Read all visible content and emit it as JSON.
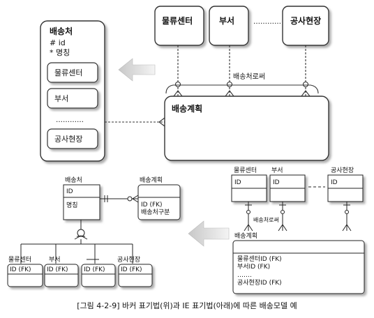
{
  "barker": {
    "ship_to": {
      "title": "배송처",
      "attr_id": "# id",
      "attr_name": "* 명칭",
      "subtypes": [
        "물류센터",
        "부서",
        "…………",
        "공사현장"
      ]
    },
    "top_entities": [
      "물류센터",
      "부서",
      "…………",
      "공사현장"
    ],
    "top_dots": "…………",
    "relation_label": "배송처로써",
    "plan": {
      "title": "배송계획"
    }
  },
  "ie": {
    "ship_to": {
      "title": "배송처",
      "key": "ID",
      "attr": "명칭"
    },
    "plan_left": {
      "title": "배송계획",
      "attrs": [
        "ID (FK)",
        "배송처구분"
      ]
    },
    "subtypes": [
      {
        "title": "물류센터",
        "key": "ID (FK)"
      },
      {
        "title": "부서",
        "key": "ID (FK)"
      },
      {
        "title": "",
        "key": "ID (FK)"
      },
      {
        "title": "공사현장",
        "key": "ID (FK)"
      }
    ],
    "top_right": [
      {
        "title": "물류센터",
        "key": "ID"
      },
      {
        "title": "부서",
        "key": "ID"
      },
      {
        "title": "공사현장",
        "key": "ID"
      }
    ],
    "relation_label": "배송처로써",
    "plan_right": {
      "title": "배송계획",
      "attrs": [
        "물류센터ID (FK)",
        "부서ID (FK)",
        "…….",
        "공사현장ID (FK)"
      ]
    }
  },
  "caption": "[그림 4-2-9] 바커 표기법(위)과 IE 표기법(아래)에 따른 배송모델 예"
}
